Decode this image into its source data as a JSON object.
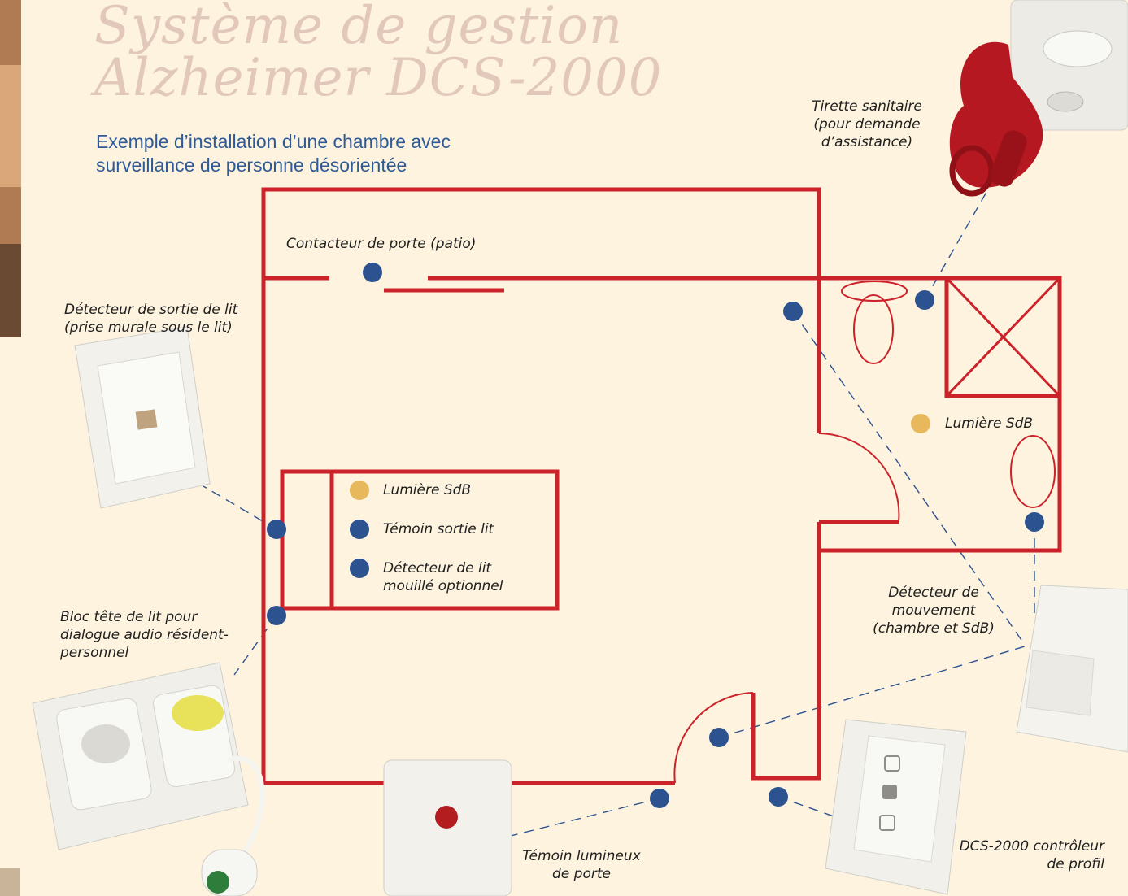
{
  "title": {
    "line1": "Système de gestion",
    "line2": "Alzheimer DCS-2000"
  },
  "subtitle": {
    "line1": "Exemple d’installation d’une chambre avec",
    "line2": "surveillance de personne désorientée"
  },
  "colors": {
    "background": "#fdf3df",
    "wall": "#cc2229",
    "sensor": "#2c5390",
    "light": "#e8b85c",
    "title": "#e2c8bb",
    "subtitle": "#2e5b97"
  },
  "labels": {
    "tirette": [
      "Tirette sanitaire",
      "(pour demande",
      "d’assistance)"
    ],
    "contacteur": "Contacteur de porte (patio)",
    "sortie_lit": [
      "Détecteur de sortie de lit",
      "(prise murale sous le lit)"
    ],
    "lumiere_sdb_bath": "Lumière SdB",
    "bloc_tete": [
      "Bloc tête de lit pour",
      "dialogue audio résident-",
      "personnel"
    ],
    "mouvement": [
      "Détecteur de",
      "mouvement",
      "(chambre et SdB)"
    ],
    "temoin_porte": [
      "Témoin lumineux",
      "de porte"
    ],
    "controleur": [
      "DCS-2000 contrôleur",
      "de profil"
    ]
  },
  "legend": [
    {
      "kind": "light",
      "text": "Lumière SdB"
    },
    {
      "kind": "sensor",
      "text": "Témoin sortie lit"
    },
    {
      "kind": "sensor",
      "text": "Détecteur de lit",
      "text2": "mouillé optionnel"
    }
  ],
  "devices": [
    "pull-cord-device-photo",
    "bed-exit-socket-photo",
    "headboard-audio-unit-photo",
    "door-light-indicator-photo",
    "profile-controller-photo",
    "motion-detector-photo"
  ]
}
